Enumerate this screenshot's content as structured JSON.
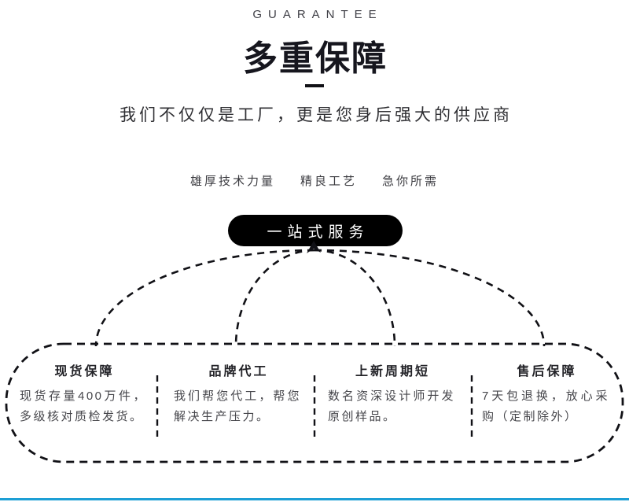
{
  "header": {
    "eyebrow": "GUARANTEE",
    "title": "多重保障",
    "subtitle": "我们不仅仅是工厂，更是您身后强大的供应商",
    "features": [
      "雄厚技术力量",
      "精良工艺",
      "急你所需"
    ]
  },
  "pill": {
    "label": "一站式服务"
  },
  "columns": [
    {
      "title": "现货保障",
      "desc": "现货存量400万件，多级核对质检发货。"
    },
    {
      "title": "品牌代工",
      "desc": "我们帮您代工，帮您解决生产压力。"
    },
    {
      "title": "上新周期短",
      "desc": "数名资深设计师开发原创样品。"
    },
    {
      "title": "售后保障",
      "desc": "7天包退换，放心采购（定制除外）"
    }
  ],
  "colors": {
    "accent_line": "#1d9fd5",
    "pill_background": "#000000",
    "pill_text": "#ffffff",
    "heading_text": "#16161e",
    "body_text": "#46464b",
    "outline": "#111116"
  }
}
